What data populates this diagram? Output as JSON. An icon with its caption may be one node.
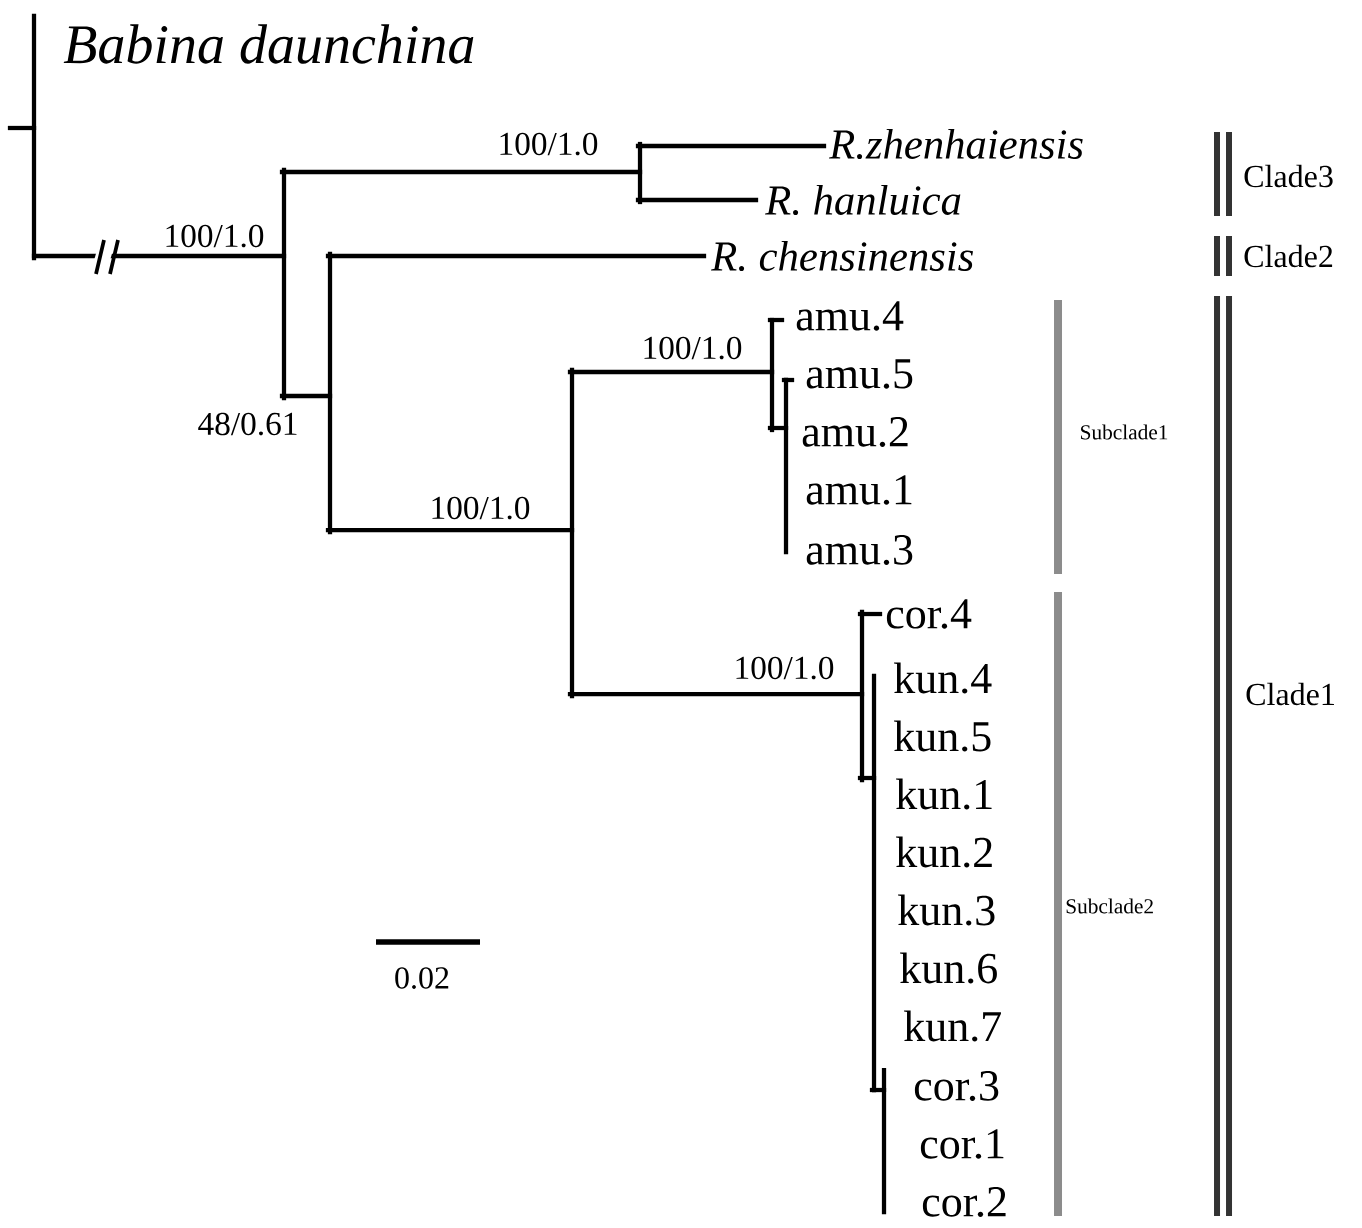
{
  "diagram": {
    "labels": [
      "Babina daunchina",
      "100/1.0",
      "R.zhenhaiensis",
      "R. hanluica",
      "Clade3",
      "100/1.0",
      "R. chensinensis",
      "Clade2",
      "100/1.0",
      "amu.4",
      "amu.5",
      "48/0.61",
      "amu.2",
      "Subclade1",
      "amu.1",
      "100/1.0",
      "amu.3",
      "cor.4",
      "100/1.0",
      "kun.4",
      "Clade1",
      "kun.5",
      "kun.1",
      "kun.2",
      "kun.3",
      "Subclade2",
      "kun.6",
      "kun.7",
      "cor.3",
      "cor.1",
      "cor.2",
      "0.02"
    ]
  }
}
